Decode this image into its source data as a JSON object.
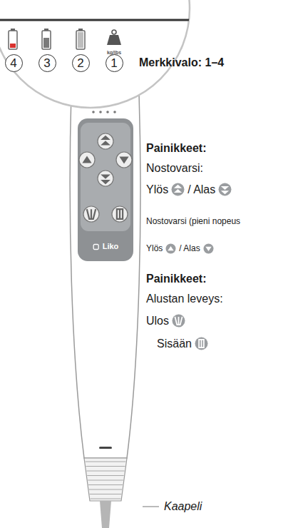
{
  "diagram": {
    "nodes": [
      {
        "text": [
          "4"
        ]
      },
      {
        "text": [
          "3"
        ]
      },
      {
        "text": [
          "2"
        ]
      },
      {
        "text": [
          "1"
        ]
      }
    ],
    "labels": [
      "kg/lbs",
      "Merkkivalo: 1–4",
      "Painikkeet:",
      "Nostovarsi:",
      "Ylös",
      "/ Alas",
      "Nostovarsi (pieni nopeus",
      "Ylös",
      "/ Alas",
      "Painikkeet:",
      "Alustan leveys:",
      "Ulos",
      "Sisään",
      "Liko",
      "Kaapeli"
    ]
  }
}
